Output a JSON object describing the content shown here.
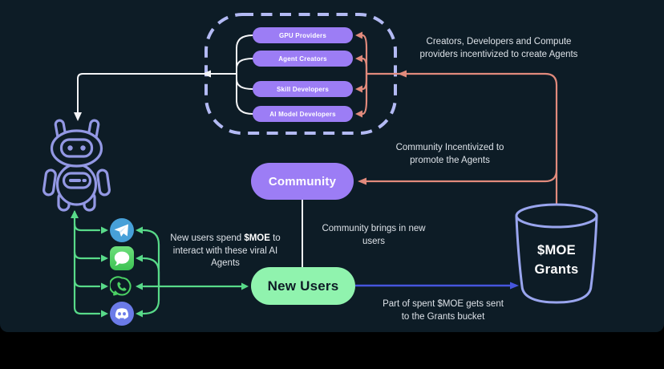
{
  "diagram_title": "AI Agent / $MOE incentive flow diagram",
  "cluster": {
    "providers": [
      {
        "label": "GPU Providers"
      },
      {
        "label": "Agent Creators"
      },
      {
        "label": "Skill Developers"
      },
      {
        "label": "AI Model Developers"
      }
    ]
  },
  "nodes": {
    "community": {
      "label": "Community"
    },
    "new_users": {
      "label": "New Users"
    },
    "grants_bucket": {
      "line1": "$MOE",
      "line2": "Grants"
    }
  },
  "annotations": {
    "creators_incentive": {
      "line1": "Creators, Developers and Compute",
      "line2": "providers incentivized to create Agents"
    },
    "community_incentive": {
      "line1": "Community Incentivized to",
      "line2": "promote the Agents"
    },
    "community_brings": {
      "line1": "Community brings in new",
      "line2": "users"
    },
    "new_users_spend": {
      "line1_pre": "New users spend ",
      "line1_bold": "$MOE",
      "line1_post": " to",
      "line2": "interact with these viral AI",
      "line3": "Agents"
    },
    "grants_flow": {
      "line1": "Part of spent $MOE gets sent",
      "line2": "to the Grants bucket"
    }
  },
  "icons": {
    "agent": "robot-agent-icon",
    "platforms": [
      "telegram-icon",
      "imessage-icon",
      "whatsapp-icon",
      "discord-icon"
    ]
  },
  "colors": {
    "background": "#0d1c26",
    "letterbox": "#000000",
    "accent_purple": "#9c7df5",
    "mint_green": "#90f3ae",
    "line_green": "#58da89",
    "line_salmon": "#e18a7c",
    "line_blue": "#4656dd",
    "line_white": "#f3f4f6",
    "periwinkle_outline": "#99a5ee",
    "cluster_dash": "#b3baf4",
    "text_light": "#dde2e8"
  }
}
